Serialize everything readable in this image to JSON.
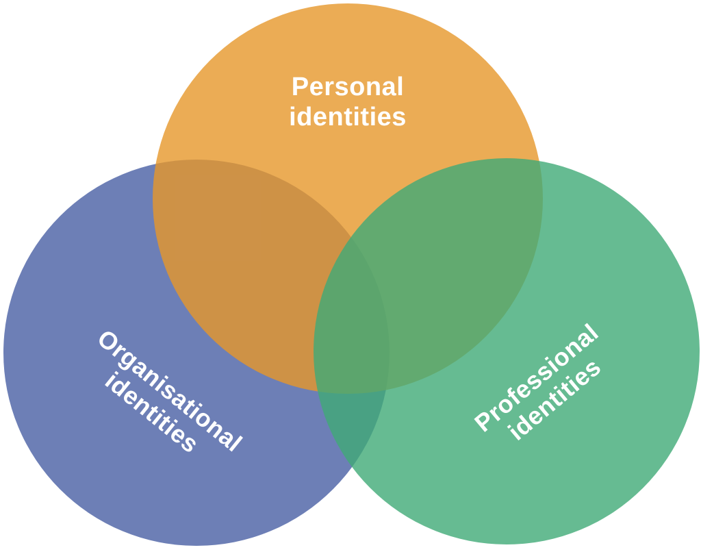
{
  "diagram": {
    "type": "venn",
    "background": "#ffffff",
    "label_color": "#ffffff",
    "circles": [
      {
        "id": "organisational",
        "label": "Organisational\nidentities",
        "color": "#6D7FB6",
        "style": "background-color: rgba(73, 95, 164, 0.8)",
        "position": "bottom-left"
      },
      {
        "id": "personal",
        "label": "Personal\nidentities",
        "color": "#EBAC55",
        "style": "background-color: rgba(230, 151, 43, 0.8)",
        "position": "top"
      },
      {
        "id": "professional",
        "label": "Professional\nidentities",
        "color": "#66BB92",
        "style": "background-color: rgba(64, 170, 119, 0.8)",
        "position": "bottom-right"
      }
    ]
  }
}
